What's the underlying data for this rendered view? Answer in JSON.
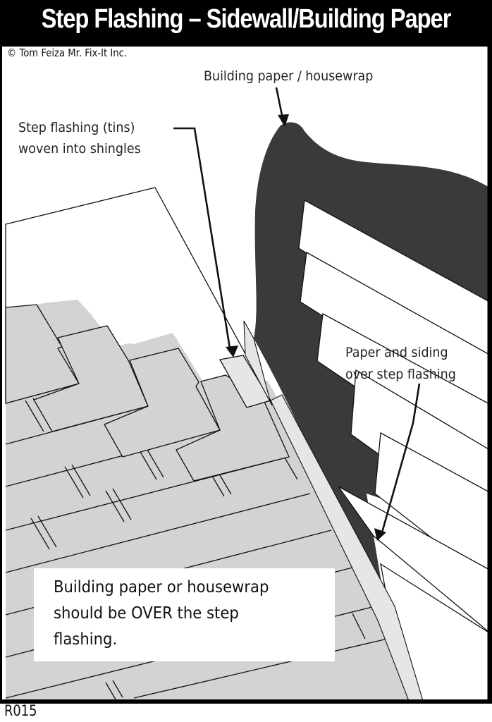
{
  "title": "Step Flashing – Sidewall/Building Paper",
  "copyright": "© Tom Feiza Mr. Fix-It Inc.",
  "labels": {
    "building_paper": "Building paper /  housewrap",
    "step_flashing_line1": "Step flashing (tins)",
    "step_flashing_line2": "woven into shingles",
    "paper_siding_line1": "Paper and siding",
    "paper_siding_line2": "over step flashing"
  },
  "note": {
    "line1": "Building paper or housewrap",
    "line2": "should be OVER the step",
    "line3": "flashing."
  },
  "code": "R015",
  "colors": {
    "title_bg": "#000000",
    "title_text": "#ffffff",
    "housewrap": "#3a3a3c",
    "shingle": "#d3d3d5",
    "flashing": "#e6e6e8",
    "siding": "#ffffff",
    "outline": "#111111"
  }
}
